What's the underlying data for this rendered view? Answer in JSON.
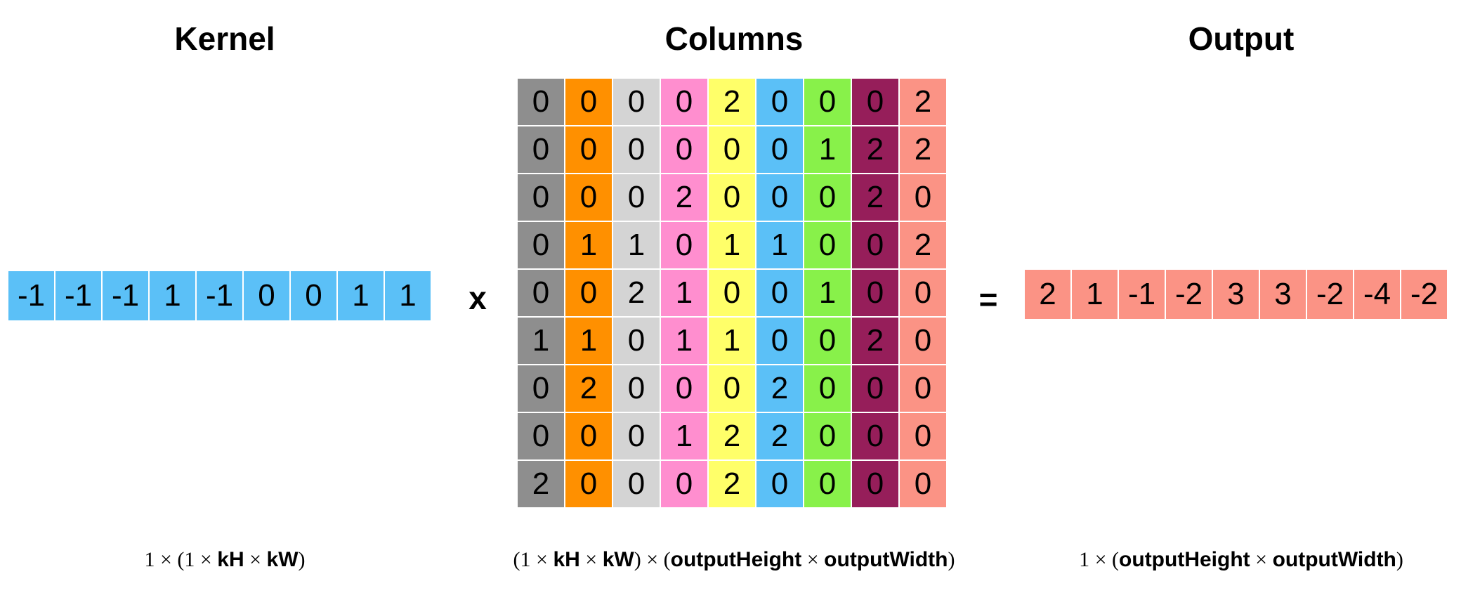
{
  "titles": {
    "kernel": "Kernel",
    "columns": "Columns",
    "output": "Output"
  },
  "operators": {
    "multiply": "x",
    "equals": "="
  },
  "colors": {
    "kernel": "#5bc0f7",
    "output": "#fb9385",
    "columns": [
      "#8e8e8e",
      "#ff9000",
      "#d4d4d4",
      "#ff8ecf",
      "#ffff69",
      "#5bc0f7",
      "#88f14a",
      "#961e5a",
      "#fb9385"
    ]
  },
  "kernel_values": [
    "-1",
    "-1",
    "-1",
    "1",
    "-1",
    "0",
    "0",
    "1",
    "1"
  ],
  "columns_matrix": [
    [
      "0",
      "0",
      "0",
      "0",
      "2",
      "0",
      "0",
      "0",
      "2"
    ],
    [
      "0",
      "0",
      "0",
      "0",
      "0",
      "0",
      "1",
      "2",
      "2"
    ],
    [
      "0",
      "0",
      "0",
      "2",
      "0",
      "0",
      "0",
      "2",
      "0"
    ],
    [
      "0",
      "1",
      "1",
      "0",
      "1",
      "1",
      "0",
      "0",
      "2"
    ],
    [
      "0",
      "0",
      "2",
      "1",
      "0",
      "0",
      "1",
      "0",
      "0"
    ],
    [
      "1",
      "1",
      "0",
      "1",
      "1",
      "0",
      "0",
      "2",
      "0"
    ],
    [
      "0",
      "2",
      "0",
      "0",
      "0",
      "2",
      "0",
      "0",
      "0"
    ],
    [
      "0",
      "0",
      "0",
      "1",
      "2",
      "2",
      "0",
      "0",
      "0"
    ],
    [
      "2",
      "0",
      "0",
      "0",
      "2",
      "0",
      "0",
      "0",
      "0"
    ]
  ],
  "output_values": [
    "2",
    "1",
    "-1",
    "-2",
    "3",
    "3",
    "-2",
    "-4",
    "-2"
  ],
  "captions": {
    "kernel": {
      "a": "1 × (1 × ",
      "b": "kH",
      "c": " × ",
      "d": "kW",
      "e": ")"
    },
    "columns": {
      "a": "(1 × ",
      "b": "kH",
      "c": " × ",
      "d": "kW",
      "e": ") × (",
      "f": "outputHeight",
      "g": " × ",
      "h": "outputWidth",
      "i": ")"
    },
    "output": {
      "a": "1 × (",
      "b": "outputHeight",
      "c": " × ",
      "d": "outputWidth",
      "e": ")"
    }
  }
}
